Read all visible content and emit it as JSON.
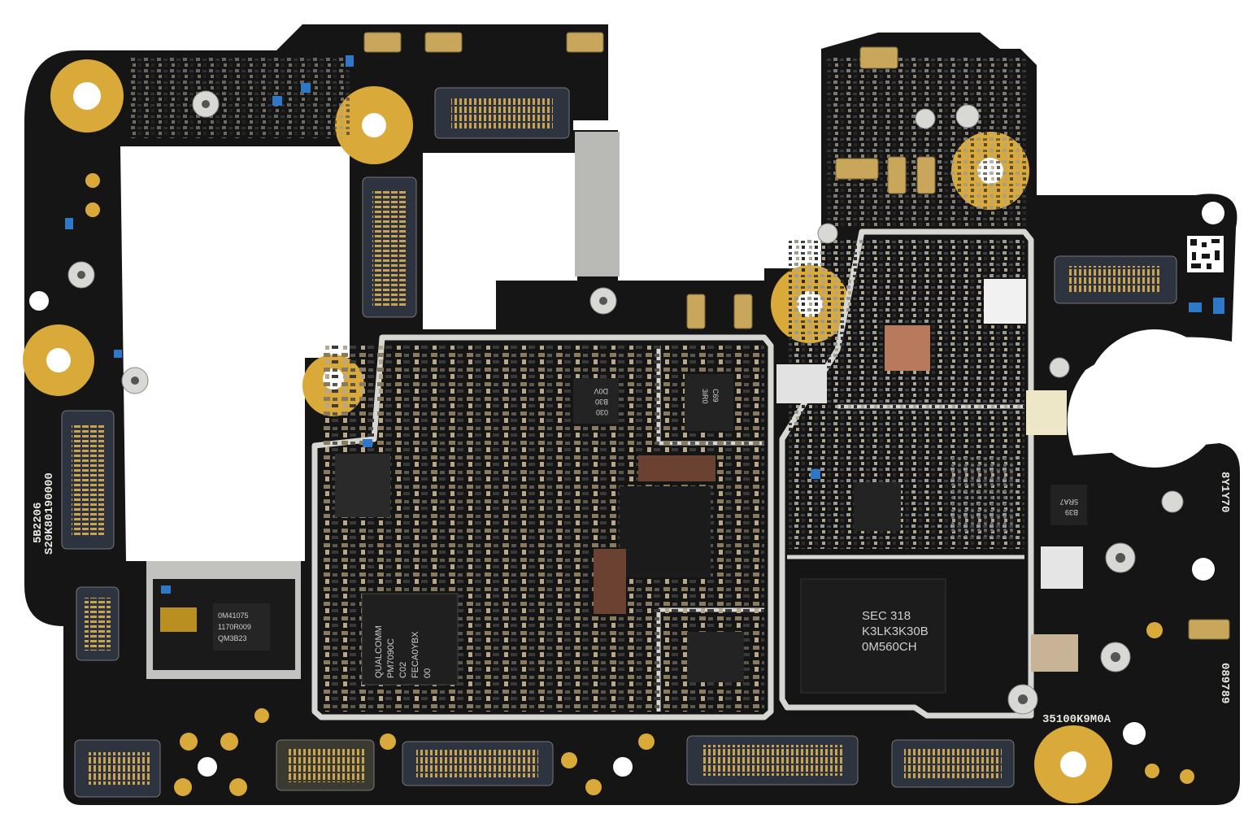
{
  "board_labels": {
    "left_vertical_1": "S20K80190000",
    "left_vertical_2": "5B2206",
    "right_vertical_top": "8Y1Y70",
    "right_vertical_bottom": "089789",
    "bottom_right": "35100K9M0A"
  },
  "chips": {
    "memory_line1": "SEC 318",
    "memory_line2": "K3LK3K30B",
    "memory_line3": "0M560CH",
    "pmic_line1": "QUALCOMM",
    "pmic_line2": "PM7090C",
    "pmic_line3": "C02",
    "pmic_line4": "FECA0YBX",
    "pmic_line5": "00",
    "small_left_line1": "0M41075",
    "small_left_line2": "1170R009",
    "small_left_line3": "QM3B23",
    "small_mid_line1": "030",
    "small_mid_line2": "B30",
    "small_mid_line3": "D0V",
    "small_upper_line1": "C69",
    "small_upper_line2": "3iR0",
    "qfn_right_line1": "B39",
    "qfn_right_line2": "5RA7"
  },
  "colors": {
    "board": "#141414",
    "shield": "#cfd0cc",
    "gold": "#d9a93a",
    "connector": "#2d3440",
    "pin": "#c9a350",
    "cap_blue": "#2f78c8"
  }
}
